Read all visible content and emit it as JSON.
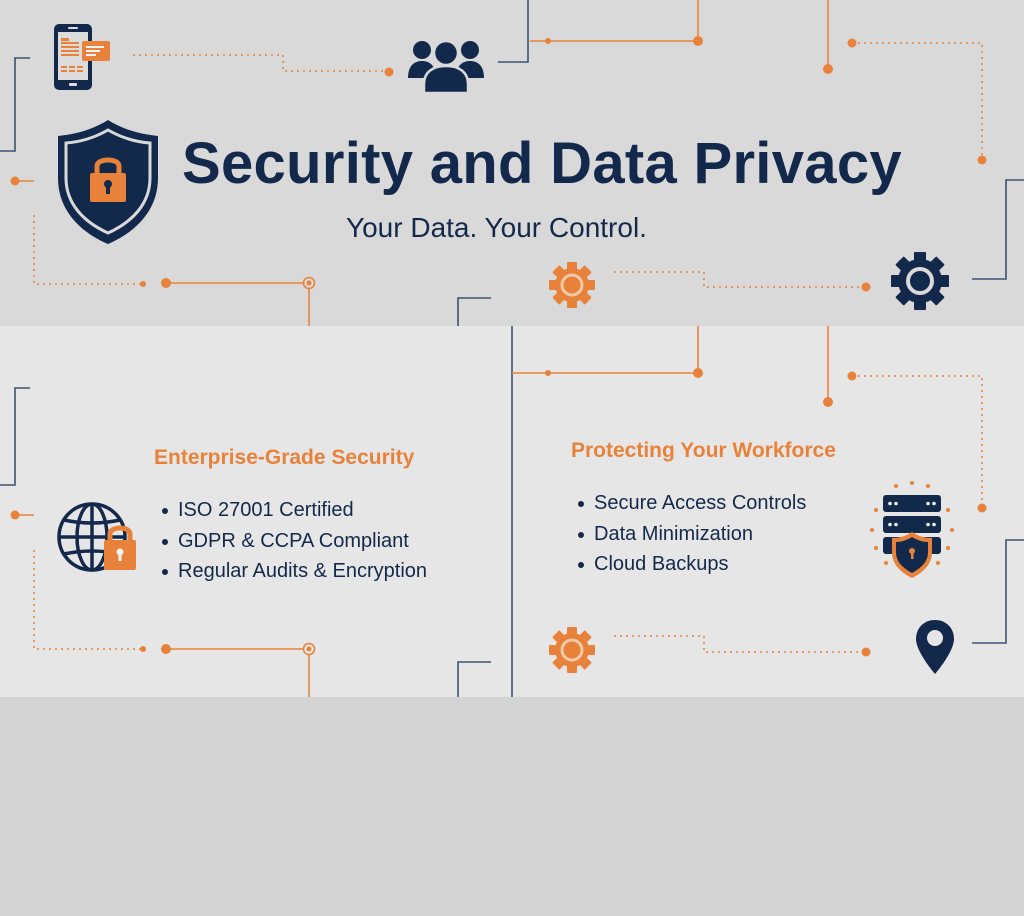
{
  "colors": {
    "navy": "#13294b",
    "orange": "#e8823a",
    "banner_bg": "#d9d9d9",
    "panel_bg": "#e6e6e6",
    "page_bg": "#d3d3d3",
    "circuit_line": "#3d5270"
  },
  "header": {
    "title": "Security and Data Privacy",
    "subtitle": "Your Data. Your Control.",
    "icons": [
      "mobile-phone-icon",
      "users-group-icon",
      "shield-lock-icon",
      "gear-orange-icon",
      "gear-navy-icon"
    ]
  },
  "left_panel": {
    "heading": "Enterprise-Grade Security",
    "icon": "globe-lock-icon",
    "items": [
      "ISO 27001 Certified",
      "GDPR & CCPA Compliant",
      "Regular Audits & Encryption"
    ]
  },
  "right_panel": {
    "heading": "Protecting Your Workforce",
    "icon": "server-shield-icon",
    "items": [
      "Secure Access Controls",
      "Data Minimization",
      "Cloud Backups"
    ],
    "extra_icons": [
      "gear-orange-icon",
      "location-pin-icon"
    ]
  }
}
